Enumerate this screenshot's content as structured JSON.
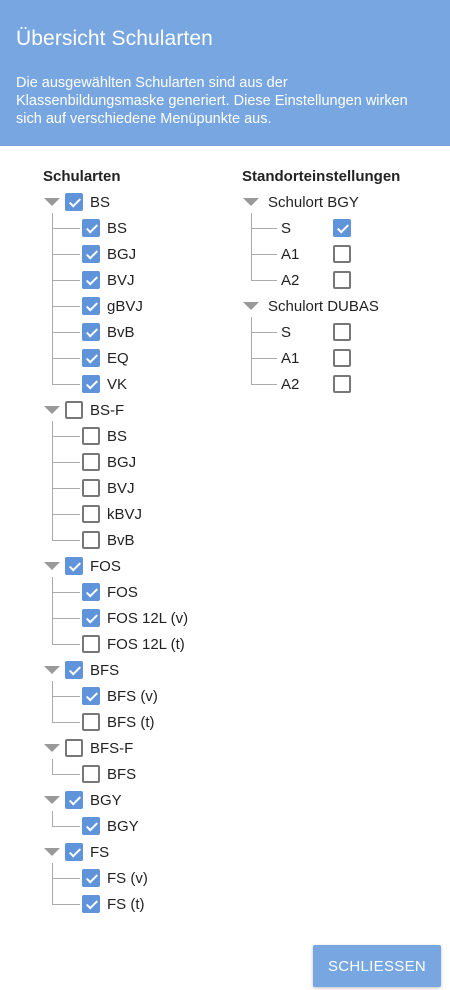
{
  "dialog": {
    "title": "Übersicht Schularten",
    "description": "Die ausgewählten Schularten sind aus der Klassenbildungsmaske generiert. Diese Einstellungen wirken sich auf verschiedene Menüpunkte aus.",
    "close_label": "SCHLIESSEN"
  },
  "schularten": {
    "heading": "Schularten",
    "groups": [
      {
        "label": "BS",
        "checked": true,
        "children": [
          {
            "label": "BS",
            "checked": true
          },
          {
            "label": "BGJ",
            "checked": true
          },
          {
            "label": "BVJ",
            "checked": true
          },
          {
            "label": "gBVJ",
            "checked": true
          },
          {
            "label": "BvB",
            "checked": true
          },
          {
            "label": "EQ",
            "checked": true
          },
          {
            "label": "VK",
            "checked": true
          }
        ]
      },
      {
        "label": "BS-F",
        "checked": false,
        "children": [
          {
            "label": "BS",
            "checked": false
          },
          {
            "label": "BGJ",
            "checked": false
          },
          {
            "label": "BVJ",
            "checked": false
          },
          {
            "label": "kBVJ",
            "checked": false
          },
          {
            "label": "BvB",
            "checked": false
          }
        ]
      },
      {
        "label": "FOS",
        "checked": true,
        "children": [
          {
            "label": "FOS",
            "checked": true
          },
          {
            "label": "FOS 12L (v)",
            "checked": true
          },
          {
            "label": "FOS 12L (t)",
            "checked": false
          }
        ]
      },
      {
        "label": "BFS",
        "checked": true,
        "children": [
          {
            "label": "BFS (v)",
            "checked": true
          },
          {
            "label": "BFS (t)",
            "checked": false
          }
        ]
      },
      {
        "label": "BFS-F",
        "checked": false,
        "children": [
          {
            "label": "BFS",
            "checked": false
          }
        ]
      },
      {
        "label": "BGY",
        "checked": true,
        "children": [
          {
            "label": "BGY",
            "checked": true
          }
        ]
      },
      {
        "label": "FS",
        "checked": true,
        "children": [
          {
            "label": "FS (v)",
            "checked": true
          },
          {
            "label": "FS (t)",
            "checked": true
          }
        ]
      }
    ]
  },
  "standorte": {
    "heading": "Standorteinstellungen",
    "sites": [
      {
        "label": "Schulort BGY",
        "options": [
          {
            "label": "S",
            "checked": true
          },
          {
            "label": "A1",
            "checked": false
          },
          {
            "label": "A2",
            "checked": false
          }
        ]
      },
      {
        "label": "Schulort DUBAS",
        "options": [
          {
            "label": "S",
            "checked": false
          },
          {
            "label": "A1",
            "checked": false
          },
          {
            "label": "A2",
            "checked": false
          }
        ]
      }
    ]
  },
  "colors": {
    "header_bg": "#77a6e0",
    "checkbox_on": "#5f93da"
  }
}
